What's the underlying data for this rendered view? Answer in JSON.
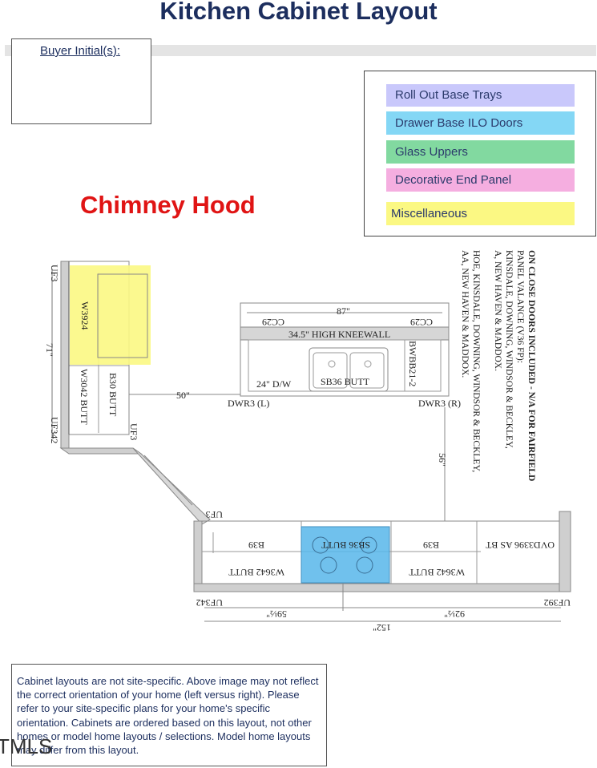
{
  "title": "Kitchen Cabinet Layout",
  "buyer_initials_label": "Buyer Initial(s):",
  "hood_label": "Chimney Hood",
  "legend": {
    "items": [
      {
        "label": "Roll Out Base Trays",
        "color": "#c9c8fb"
      },
      {
        "label": "Drawer Base ILO Doors",
        "color": "#84d7f5"
      },
      {
        "label": "Glass Uppers",
        "color": "#82d9a0"
      },
      {
        "label": "Decorative End Panel",
        "color": "#f5aee0"
      },
      {
        "label": "Miscellaneous",
        "color": "#fbf883"
      }
    ]
  },
  "plan": {
    "left_wall": {
      "labels": [
        "UF3",
        "W3924",
        "71\"",
        "W3042 BUTT",
        "B30 BUTT",
        "UF342",
        "UF3"
      ]
    },
    "island": {
      "width_dim": "87\"",
      "upper_left": "CC29",
      "upper_right": "CC29",
      "kneewall": "34.5\" HIGH KNEEWALL",
      "dishwasher": "24\" D/W",
      "sink": "SB36 BUTT",
      "wine": "BWBB21-2",
      "drawer_left": "DWR3 (L)",
      "drawer_right": "DWR3 (R)"
    },
    "dim_left_to_island": "50\"",
    "dim_island_to_range": "56\"",
    "back_wall": {
      "uf_left": "UF3",
      "b39_left": "B39",
      "cooktop": "SB36 BUTT",
      "b39_right": "B39",
      "ovd": "OVD3396 AS BT",
      "w3642_left": "W3642 BUTT",
      "w3642_right": "W3642 BUTT",
      "uf342": "UF342",
      "uf392": "UF392",
      "dim_left": "59½\"",
      "dim_right": "92½\"",
      "dim_total": "152\""
    }
  },
  "side_notes": [
    "ON CLOSE DOORS INCLUDED - N/A FOR FAIRFIELD",
    "PANEL VALANCE (V36 FP):",
    "KINSDALE, DOWNING, WINDSOR & BECKLEY,",
    "A, NEW HAVEN & MADDOX.",
    "HOE, KINSDALE, DOWNING, WINDSOR & BECKLEY,",
    "AA, NEW HAVEN & MADDOX."
  ],
  "disclaimer": "Cabinet layouts are not site-specific. Above image may not reflect the correct orientation of your home (left versus right). Please refer to your site-specific plans for your home's specific orientation. Cabinets are ordered based on this layout, not other homes or model home layouts / selections. Model home layouts may differ from this layout.",
  "watermark": "TMLS"
}
